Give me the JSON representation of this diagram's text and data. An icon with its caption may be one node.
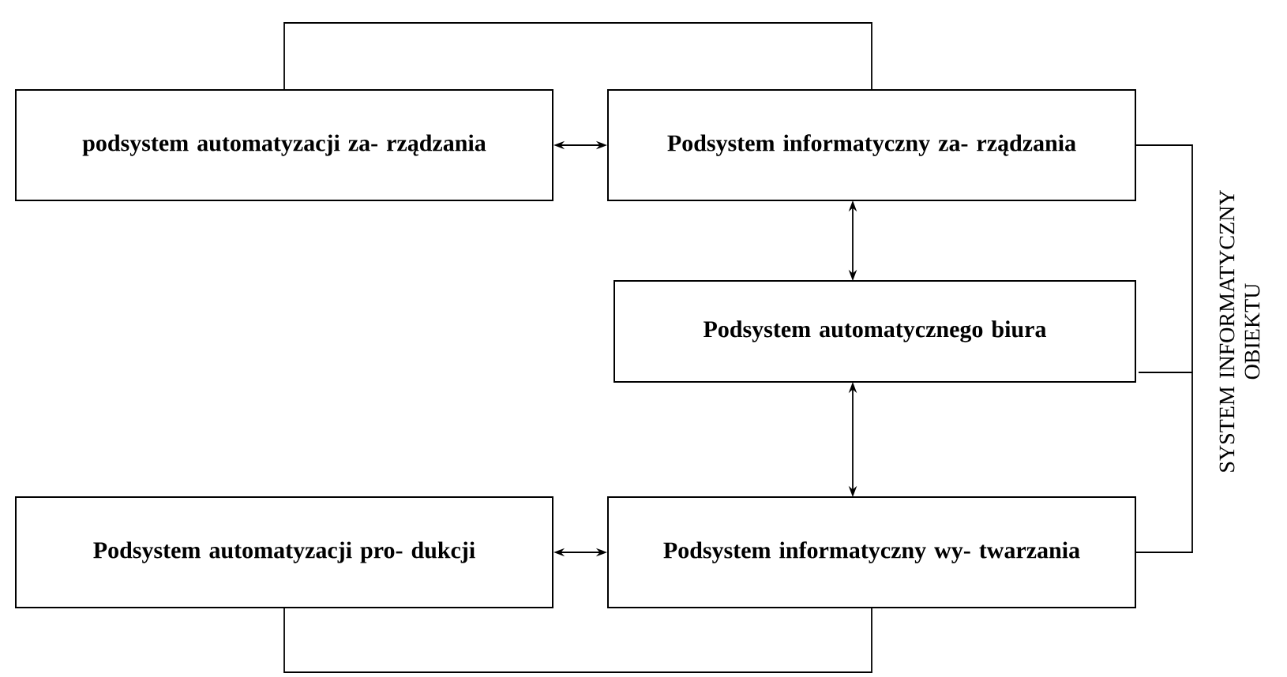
{
  "diagram": {
    "nodes": [
      {
        "text": [
          "podsystem automatyzacji za- rządzania"
        ]
      },
      {
        "text": [
          "Podsystem informatyczny za- rządzania"
        ]
      },
      {
        "text": [
          "Podsystem automatycznego biura"
        ]
      },
      {
        "text": [
          "Podsystem automatyzacji pro- dukcji"
        ]
      },
      {
        "text": [
          "Podsystem informatyczny wy- twarzania"
        ]
      }
    ],
    "edges": [
      {
        "from": 0,
        "to": 1,
        "arrow": "both"
      },
      {
        "from": 0,
        "to": 1,
        "arrow": "none"
      },
      {
        "from": 1,
        "to": 2,
        "arrow": "both"
      },
      {
        "from": 2,
        "to": 4,
        "arrow": "both"
      },
      {
        "from": 3,
        "to": 4,
        "arrow": "both"
      },
      {
        "from": 3,
        "to": 4,
        "arrow": "none"
      }
    ],
    "labels": [
      "SYSTEM INFORMATYCZNY OBIEKTU"
    ]
  }
}
